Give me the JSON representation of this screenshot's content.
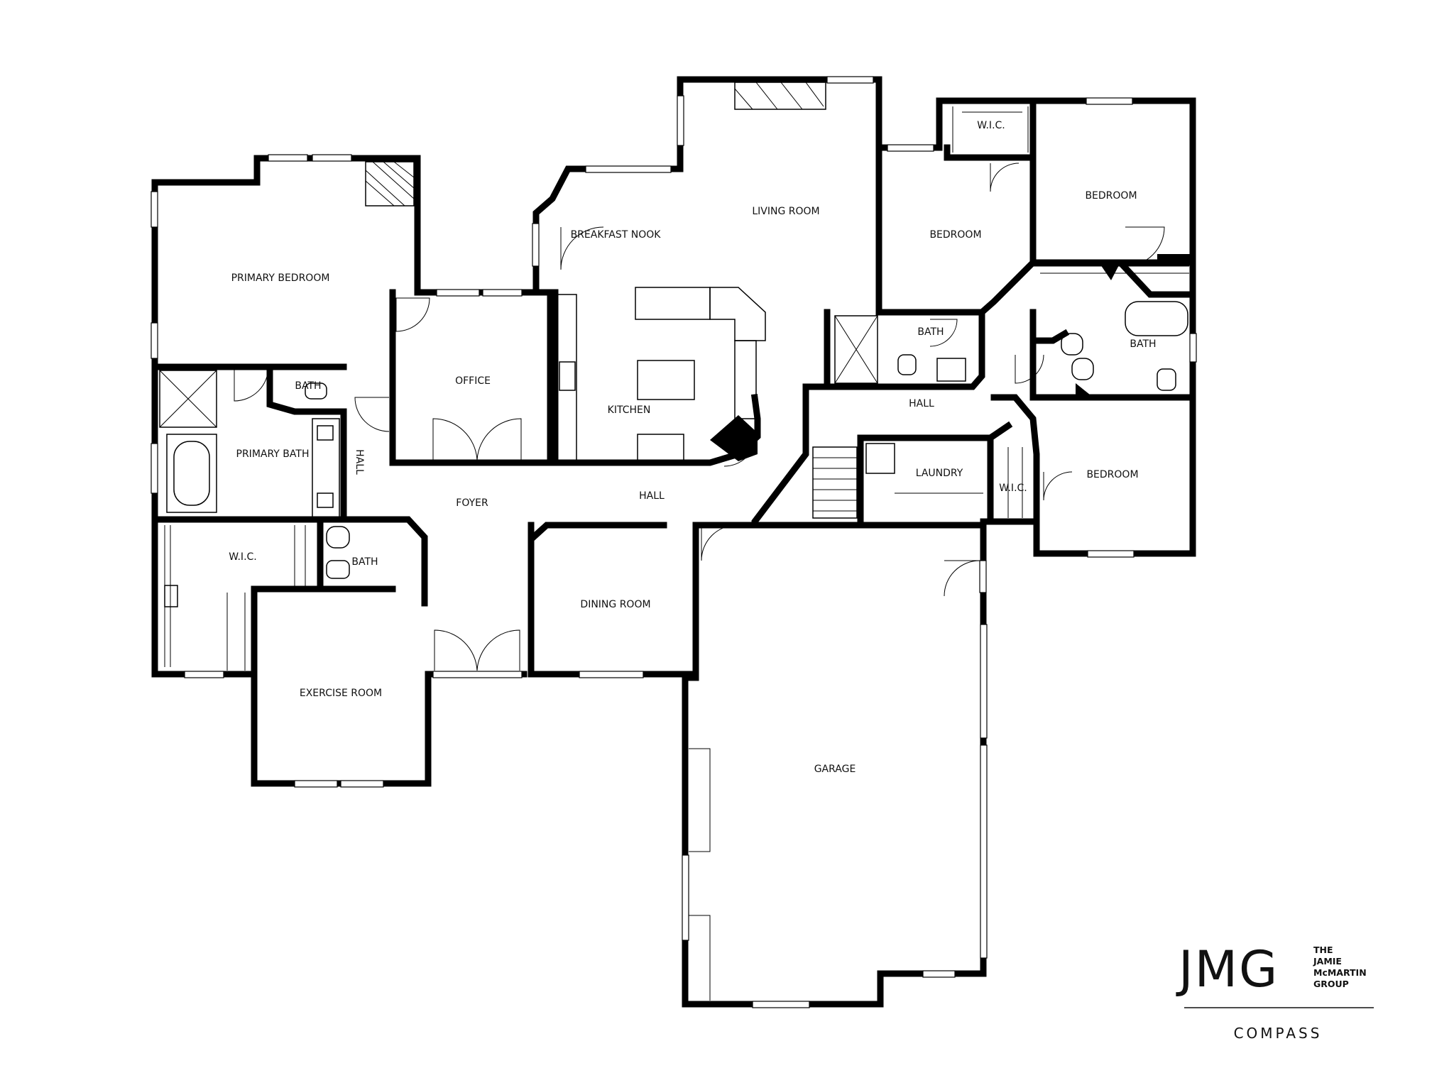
{
  "rooms": {
    "primary_bedroom": "PRIMARY BEDROOM",
    "bath_primary_wc": "BATH",
    "primary_bath": "PRIMARY BATH",
    "hall_vertical": "HALL",
    "wic_primary": "W.I.C.",
    "bath_hall": "BATH",
    "exercise_room": "EXERCISE ROOM",
    "office": "OFFICE",
    "foyer": "FOYER",
    "breakfast_nook": "BREAKFAST NOOK",
    "kitchen": "KITCHEN",
    "living_room": "LIVING ROOM",
    "hall_center": "HALL",
    "dining_room": "DINING ROOM",
    "garage": "GARAGE",
    "bedroom_1": "BEDROOM",
    "bath_1": "BATH",
    "hall_east": "HALL",
    "laundry": "LAUNDRY",
    "wic_east": "W.I.C.",
    "wic_north": "W.I.C.",
    "bedroom_2": "BEDROOM",
    "bath_2": "BATH",
    "bedroom_3": "BEDROOM"
  },
  "logo": {
    "mark": "JMG",
    "line1": "THE",
    "line2": "JAMIE",
    "line3": "McMARTIN",
    "line4": "GROUP",
    "brand": "COMPASS"
  }
}
